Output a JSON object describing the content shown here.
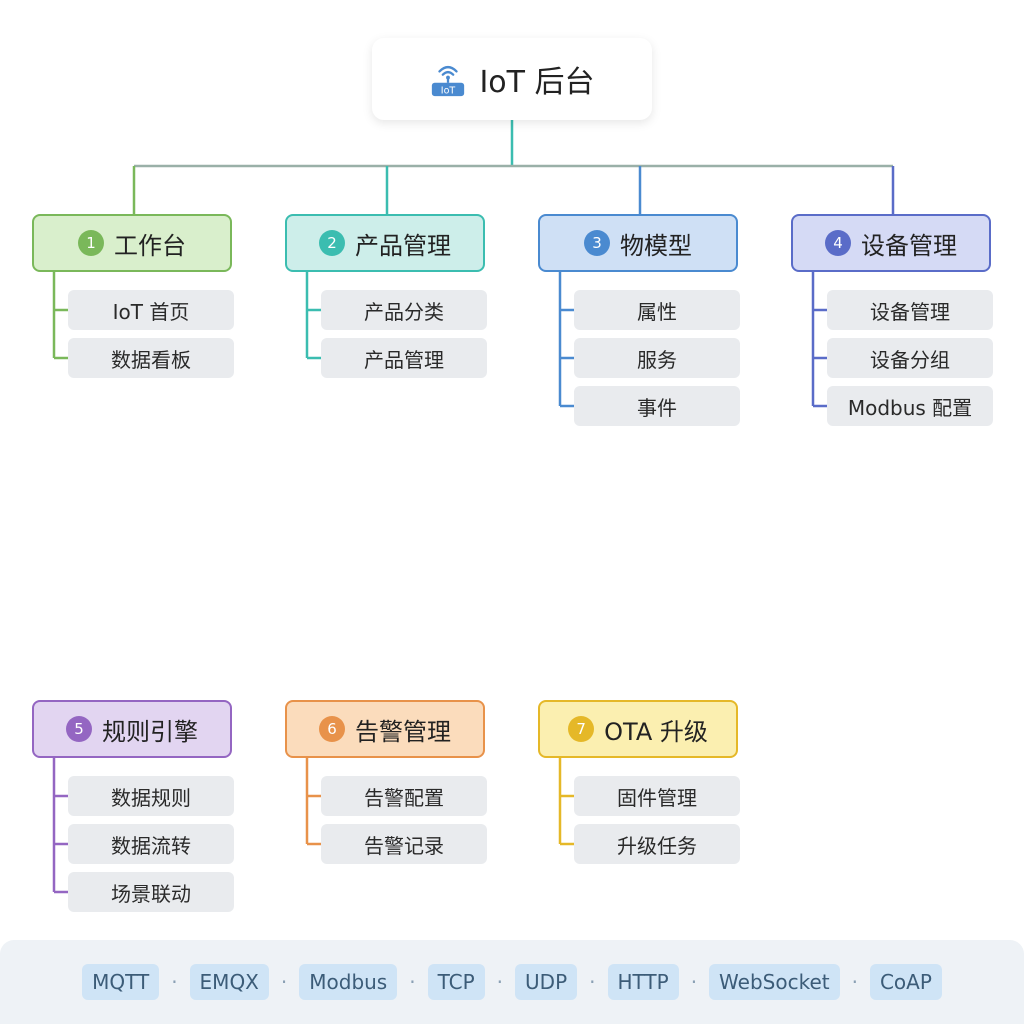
{
  "root": {
    "title": "IoT 后台",
    "icon": "wifi-router-icon",
    "icon_text": "IoT"
  },
  "modules": [
    {
      "num": "1",
      "label": "工作台",
      "color": "#7ab85a",
      "fill": "#d9efcc",
      "items": [
        "IoT 首页",
        "数据看板"
      ]
    },
    {
      "num": "2",
      "label": "产品管理",
      "color": "#3bbdb0",
      "fill": "#cdeeea",
      "items": [
        "产品分类",
        "产品管理"
      ]
    },
    {
      "num": "3",
      "label": "物模型",
      "color": "#4a8ad0",
      "fill": "#cfe0f5",
      "items": [
        "属性",
        "服务",
        "事件"
      ]
    },
    {
      "num": "4",
      "label": "设备管理",
      "color": "#5a6cc8",
      "fill": "#d5daf5",
      "items": [
        "设备管理",
        "设备分组",
        "Modbus 配置"
      ]
    },
    {
      "num": "5",
      "label": "规则引擎",
      "color": "#9466c2",
      "fill": "#e2d5f1",
      "items": [
        "数据规则",
        "数据流转",
        "场景联动"
      ]
    },
    {
      "num": "6",
      "label": "告警管理",
      "color": "#e8924a",
      "fill": "#fbdcbc",
      "items": [
        "告警配置",
        "告警记录"
      ]
    },
    {
      "num": "7",
      "label": "OTA 升级",
      "color": "#e5b828",
      "fill": "#fbefb0",
      "items": [
        "固件管理",
        "升级任务"
      ]
    }
  ],
  "protocols": [
    "MQTT",
    "EMQX",
    "Modbus",
    "TCP",
    "UDP",
    "HTTP",
    "WebSocket",
    "CoAP"
  ],
  "colors": {
    "trunk": "#3bbdb0",
    "tag_bg": "#cfe4f6",
    "tag_text": "#3c5c78"
  }
}
